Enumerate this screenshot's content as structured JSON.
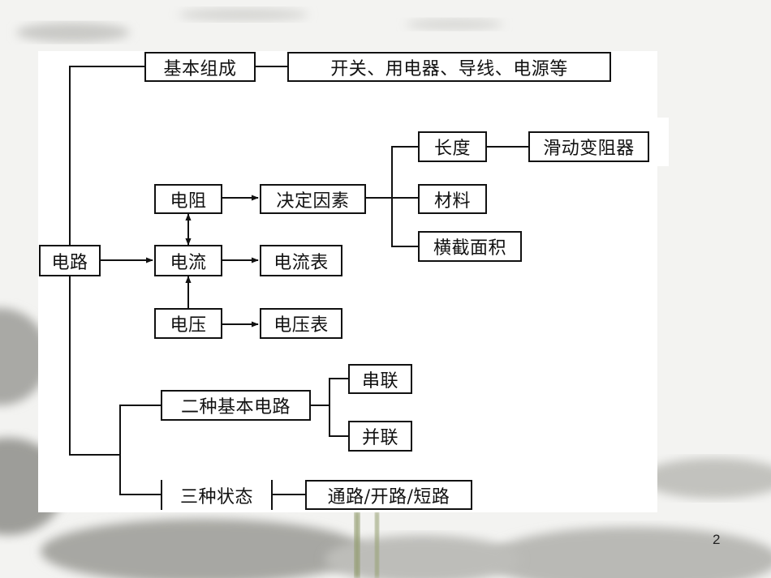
{
  "nodes": {
    "circuit": "电路",
    "basic_composition": "基本组成",
    "components": "开关、用电器、导线、电源等",
    "resistance": "电阻",
    "current": "电流",
    "voltage": "电压",
    "determining_factors": "决定因素",
    "length": "长度",
    "rheostat": "滑动变阻器",
    "material": "材料",
    "cross_section_area": "横截面积",
    "ammeter": "电流表",
    "voltmeter": "电压表",
    "two_basic_circuits": "二种基本电路",
    "series": "串联",
    "parallel": "并联",
    "three_states": "三种状态",
    "states": "通路/开路/短路"
  },
  "page_number": "2",
  "colors": {
    "line": "#111111",
    "panel": "#ffffff",
    "background": "#f3f3f1"
  }
}
